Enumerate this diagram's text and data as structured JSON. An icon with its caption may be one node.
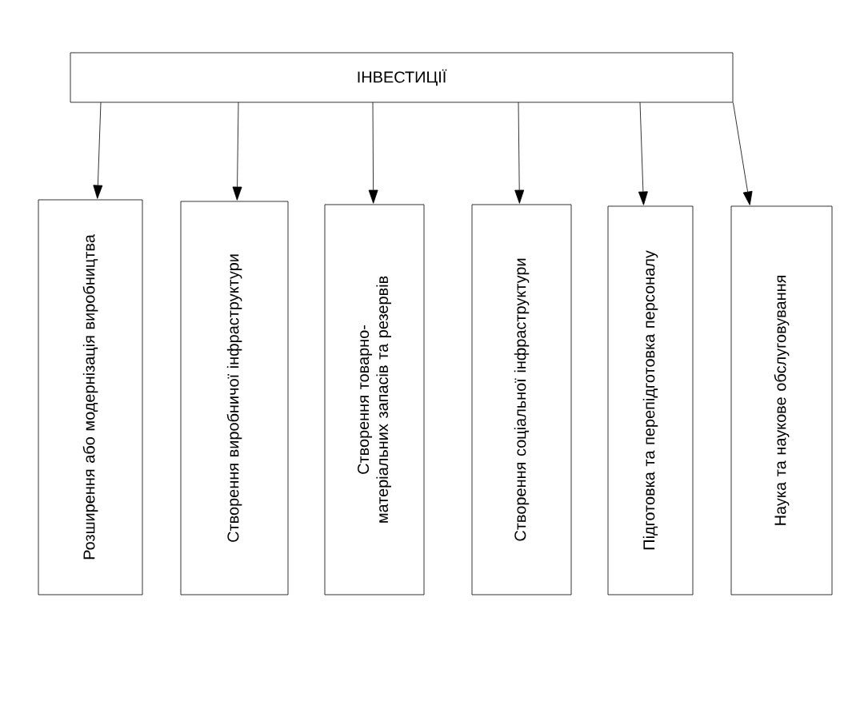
{
  "diagram": {
    "nodes": [
      {
        "text": [
          "ІНВЕСТИЦІЇ"
        ]
      },
      {
        "text": [
          "Розширення або модернізація виробництва"
        ]
      },
      {
        "text": [
          "Створення виробничої інфраструктури"
        ]
      },
      {
        "text": [
          "Створення товарно-матеріальних запасів та резервів"
        ]
      },
      {
        "text": [
          "Створення соціальної інфраструктури"
        ]
      },
      {
        "text": [
          "Підготовка та перепідготовка персоналу"
        ]
      },
      {
        "text": [
          "Наука та наукове обслуговування"
        ]
      }
    ],
    "edges": [
      {
        "from": 0,
        "to": 1,
        "arrow": "to"
      },
      {
        "from": 0,
        "to": 2,
        "arrow": "to"
      },
      {
        "from": 0,
        "to": 3,
        "arrow": "to"
      },
      {
        "from": 0,
        "to": 4,
        "arrow": "to"
      },
      {
        "from": 0,
        "to": 5,
        "arrow": "to"
      },
      {
        "from": 0,
        "to": 6,
        "arrow": "to"
      }
    ]
  }
}
